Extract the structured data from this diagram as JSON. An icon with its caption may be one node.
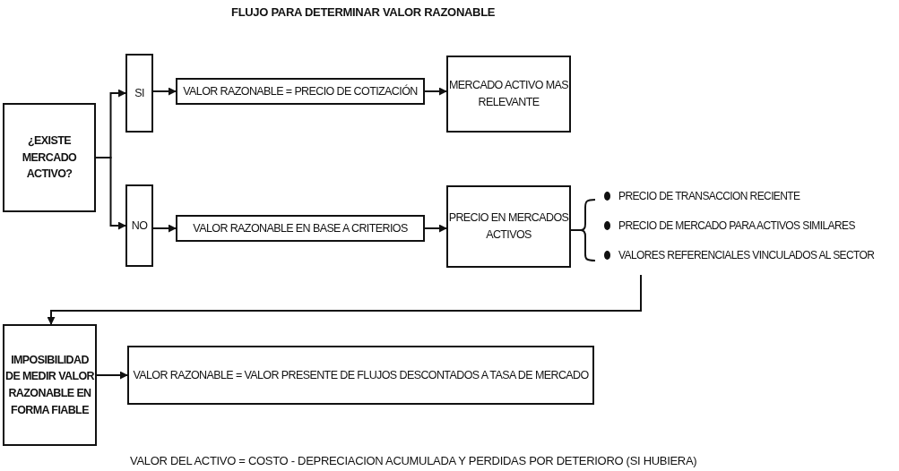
{
  "diagram": {
    "title": "FLUJO PARA DETERMINAR VALOR RAZONABLE",
    "nodes": [
      {
        "text": [
          "¿EXISTE MERCADO ACTIVO?"
        ]
      },
      {
        "text": [
          "SI"
        ]
      },
      {
        "text": [
          "VALOR RAZONABLE = PRECIO DE COTIZACIÓN"
        ]
      },
      {
        "text": [
          "MERCADO ACTIVO MAS RELEVANTE"
        ]
      },
      {
        "text": [
          "NO"
        ]
      },
      {
        "text": [
          "VALOR RAZONABLE EN BASE A CRITERIOS"
        ]
      },
      {
        "text": [
          "PRECIO EN MERCADOS ACTIVOS"
        ]
      },
      {
        "text": [
          "PRECIO DE TRANSACCION RECIENTE",
          "PRECIO DE MERCADO PARA ACTIVOS SIMILARES",
          "VALORES REFERENCIALES VINCULADOS AL SECTOR"
        ]
      },
      {
        "text": [
          "IMPOSIBILIDAD DE MEDIR VALOR RAZONABLE EN FORMA FIABLE"
        ]
      },
      {
        "text": [
          "VALOR RAZONABLE = VALOR PRESENTE DE FLUJOS DESCONTADOS A TASA DE MERCADO"
        ]
      }
    ],
    "edges": [
      {
        "from": 0,
        "to": 1,
        "arrow": "to"
      },
      {
        "from": 0,
        "to": 4,
        "arrow": "to"
      },
      {
        "from": 1,
        "to": 2,
        "arrow": "to"
      },
      {
        "from": 2,
        "to": 3,
        "arrow": "to"
      },
      {
        "from": 4,
        "to": 5,
        "arrow": "to"
      },
      {
        "from": 5,
        "to": 6,
        "arrow": "to"
      },
      {
        "from": 7,
        "to": 8,
        "arrow": "to"
      },
      {
        "from": 8,
        "to": 9,
        "arrow": "to"
      }
    ],
    "labels": [
      "VALOR DEL ACTIVO = COSTO - DEPRECIACION ACUMULADA Y PERDIDAS POR DETERIORO (SI HUBIERA)"
    ]
  }
}
